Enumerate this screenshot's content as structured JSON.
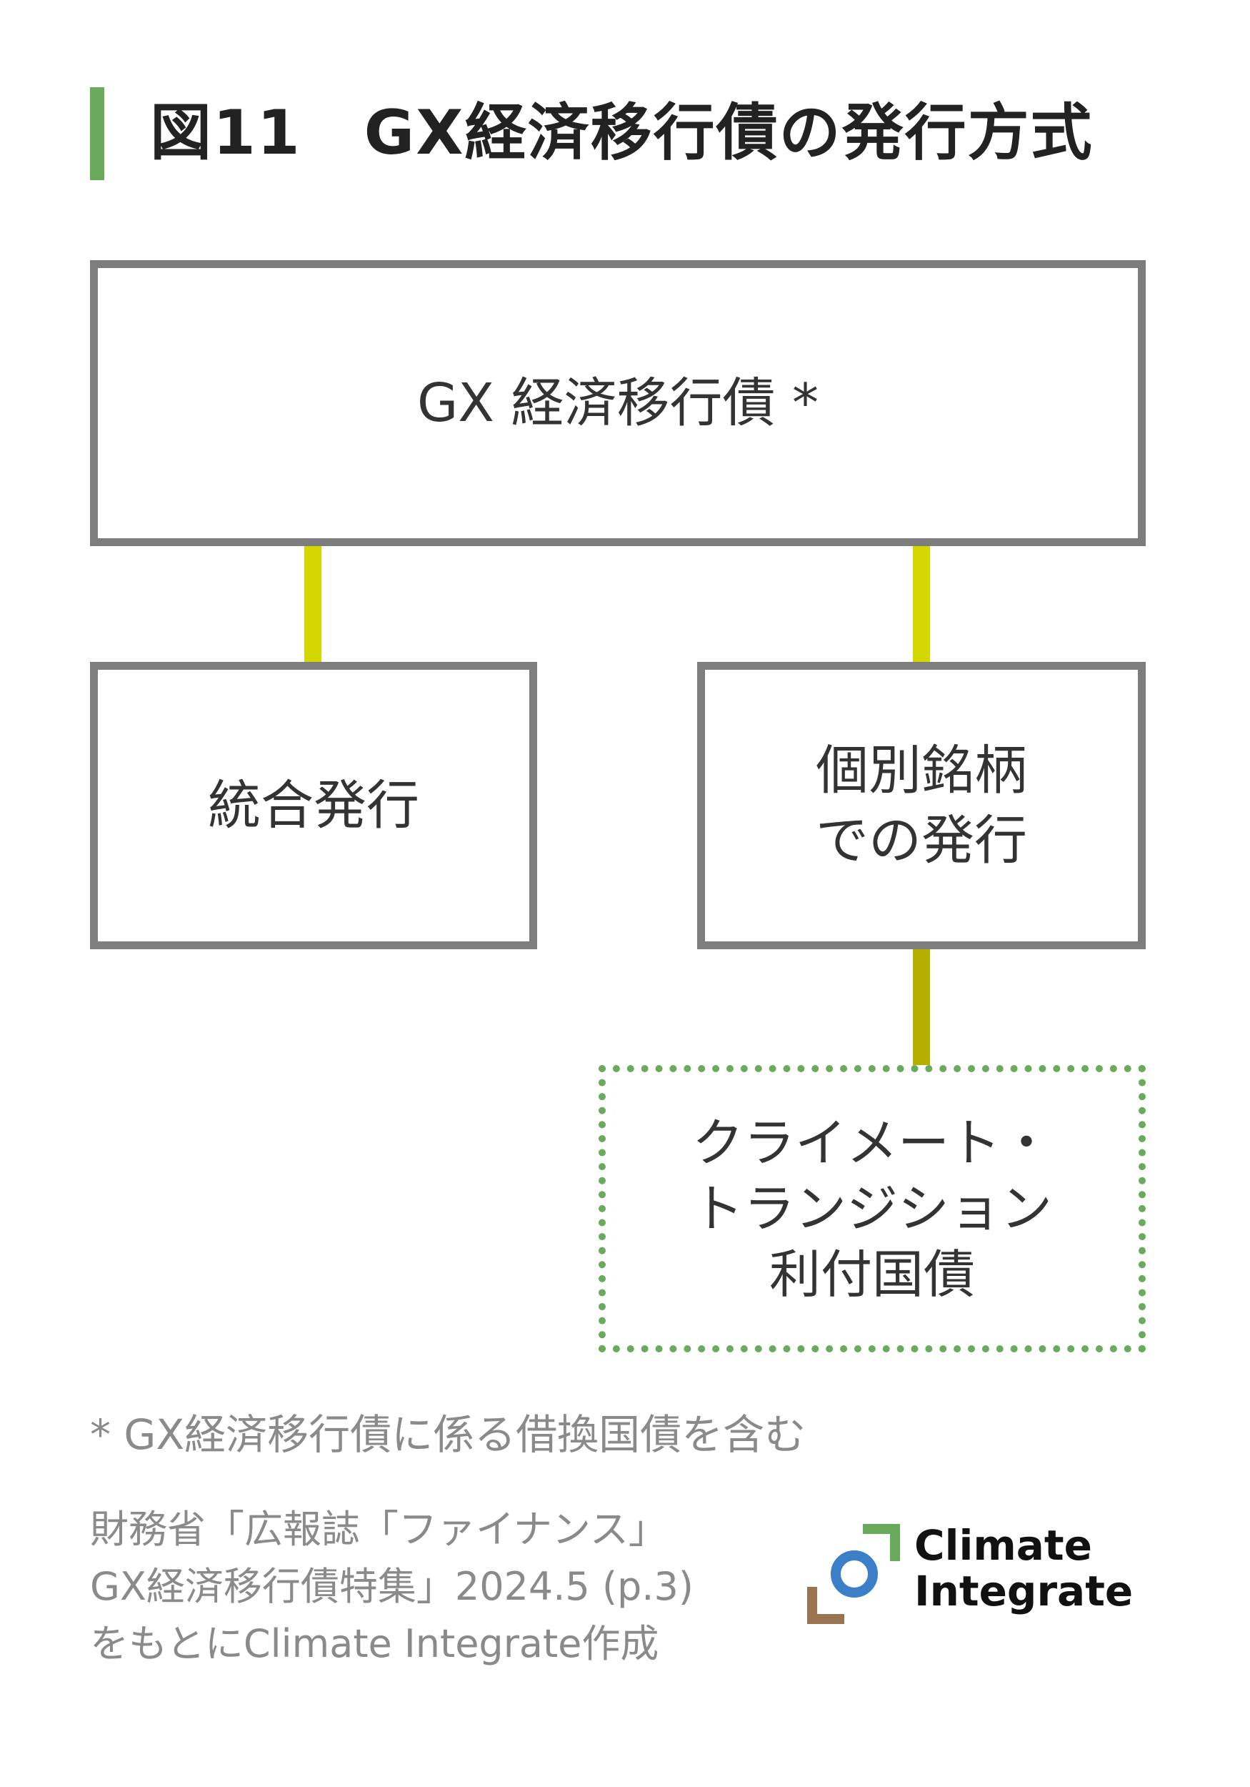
{
  "figure": {
    "title": "図11　GX経済移行債の発行方式",
    "accent_color": "#6aaa5c"
  },
  "diagram": {
    "root": {
      "label": "GX 経済移行債 *"
    },
    "left_child": {
      "label": "統合発行"
    },
    "right_child": {
      "label": "個別銘柄\nでの発行"
    },
    "grandchild": {
      "label": "クライメート・\nトランジション\n利付国債"
    },
    "connector_colors": {
      "primary": "#d4d600",
      "secondary": "#b5b000"
    },
    "box_border_color": "#7d7d7d",
    "dotted_border_color": "#6aaa5c"
  },
  "footnote": {
    "text": "* GX経済移行債に係る借換国債を含む"
  },
  "source": {
    "lines": [
      "財務省「広報誌「ファイナンス」",
      "GX経済移行債特集」2024.5 (p.3)",
      "をもとにClimate Integrate作成"
    ]
  },
  "logo": {
    "line1": "Climate",
    "line2": "Integrate",
    "colors": {
      "green": "#6aaa5c",
      "blue": "#3a7fc8",
      "brown": "#9a7350"
    }
  }
}
